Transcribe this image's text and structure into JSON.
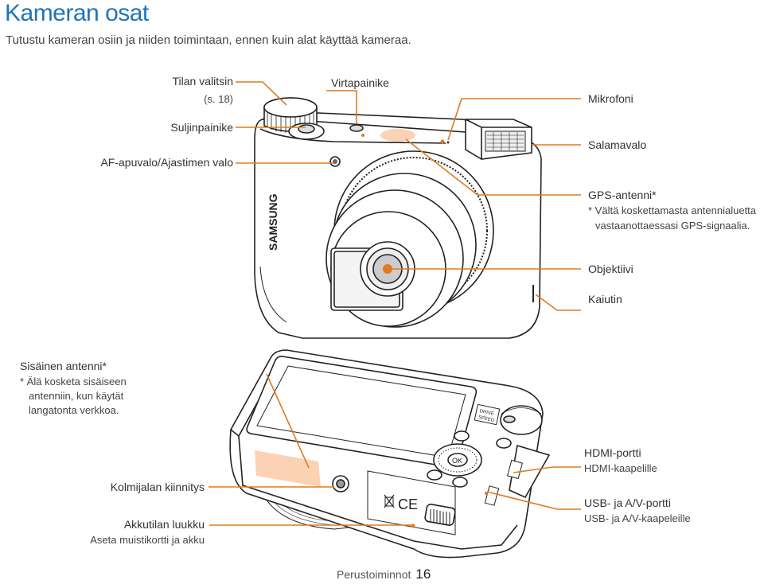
{
  "page": {
    "title": "Kameran osat",
    "subtitle": "Tutustu kameran osiin ja niiden toimintaan, ennen kuin alat käyttää kameraa."
  },
  "front_labels": {
    "mode_dial": "Tilan valitsin",
    "mode_dial_ref": "(s. 18)",
    "shutter": "Suljinpainike",
    "af_lamp": "AF-apuvalo/Ajastimen valo",
    "power": "Virtapainike",
    "mic": "Mikrofoni",
    "flash": "Salamavalo",
    "gps": "GPS-antenni*",
    "gps_note_1": "* Vältä koskettamasta antennialuetta",
    "gps_note_2": "vastaanottaessasi GPS-signaalia.",
    "lens": "Objektiivi",
    "speaker": "Kaiutin"
  },
  "back_labels": {
    "antenna": "Sisäinen antenni*",
    "antenna_note_1": "* Älä kosketa sisäiseen",
    "antenna_note_2": "antenniin, kun käytät",
    "antenna_note_3": "langatonta verkkoa.",
    "tripod": "Kolmijalan kiinnitys",
    "battery": "Akkutilan luukku",
    "battery_note": "Aseta muistikortti ja akku",
    "hdmi": "HDMI-portti",
    "hdmi_note": "HDMI-kaapelille",
    "usb": "USB- ja A/V-portti",
    "usb_note": "USB- ja A/V-kaapeleille"
  },
  "camera_markings": {
    "brand": "SAMSUNG",
    "ok": "OK",
    "ce": "CE",
    "drive": "DRIVE",
    "speed": "SPEED"
  },
  "colors": {
    "accent_orange": "#e07a1f",
    "title_blue": "#1f73b7",
    "highlight": "#fbd2b4"
  },
  "footer": {
    "section": "Perustoiminnot",
    "page_number": "16"
  }
}
